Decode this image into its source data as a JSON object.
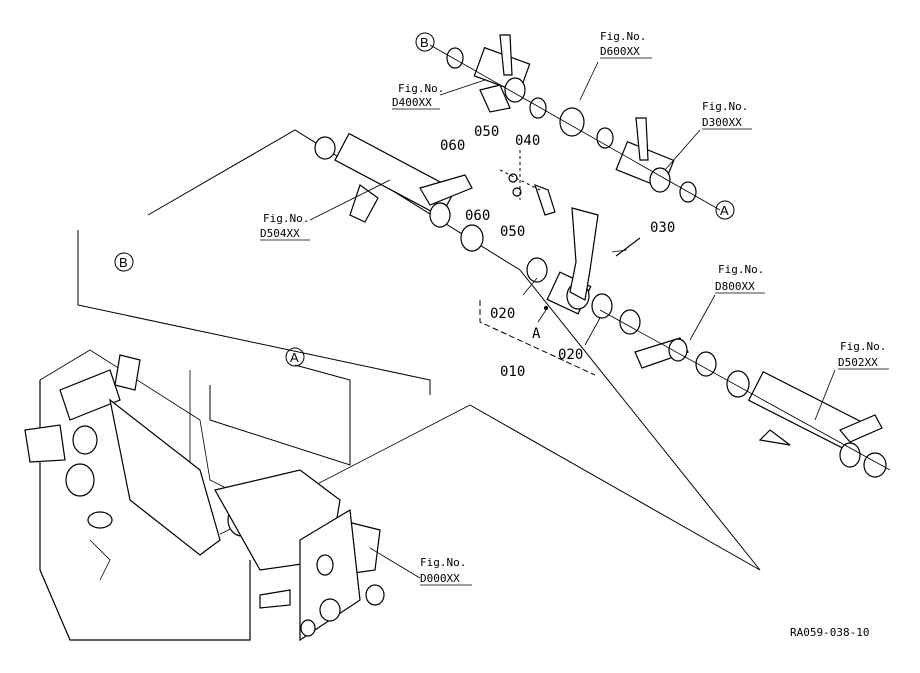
{
  "callouts": {
    "c010": "010",
    "c020a": "020",
    "c020b": "020",
    "c030": "030",
    "c040": "040",
    "c050a": "050",
    "c050b": "050",
    "c060a": "060",
    "c060b": "060",
    "pointA": "A"
  },
  "fig_refs": [
    {
      "prefix": "Fig.No.",
      "code": "D400XX"
    },
    {
      "prefix": "Fig.No.",
      "code": "D600XX"
    },
    {
      "prefix": "Fig.No.",
      "code": "D300XX"
    },
    {
      "prefix": "Fig.No.",
      "code": "D504XX"
    },
    {
      "prefix": "Fig.No.",
      "code": "D800XX"
    },
    {
      "prefix": "Fig.No.",
      "code": "D502XX"
    },
    {
      "prefix": "Fig.No.",
      "code": "D000XX"
    }
  ],
  "markers": {
    "a": "A",
    "b": "B"
  },
  "drawing_id": "RA059-038-10"
}
